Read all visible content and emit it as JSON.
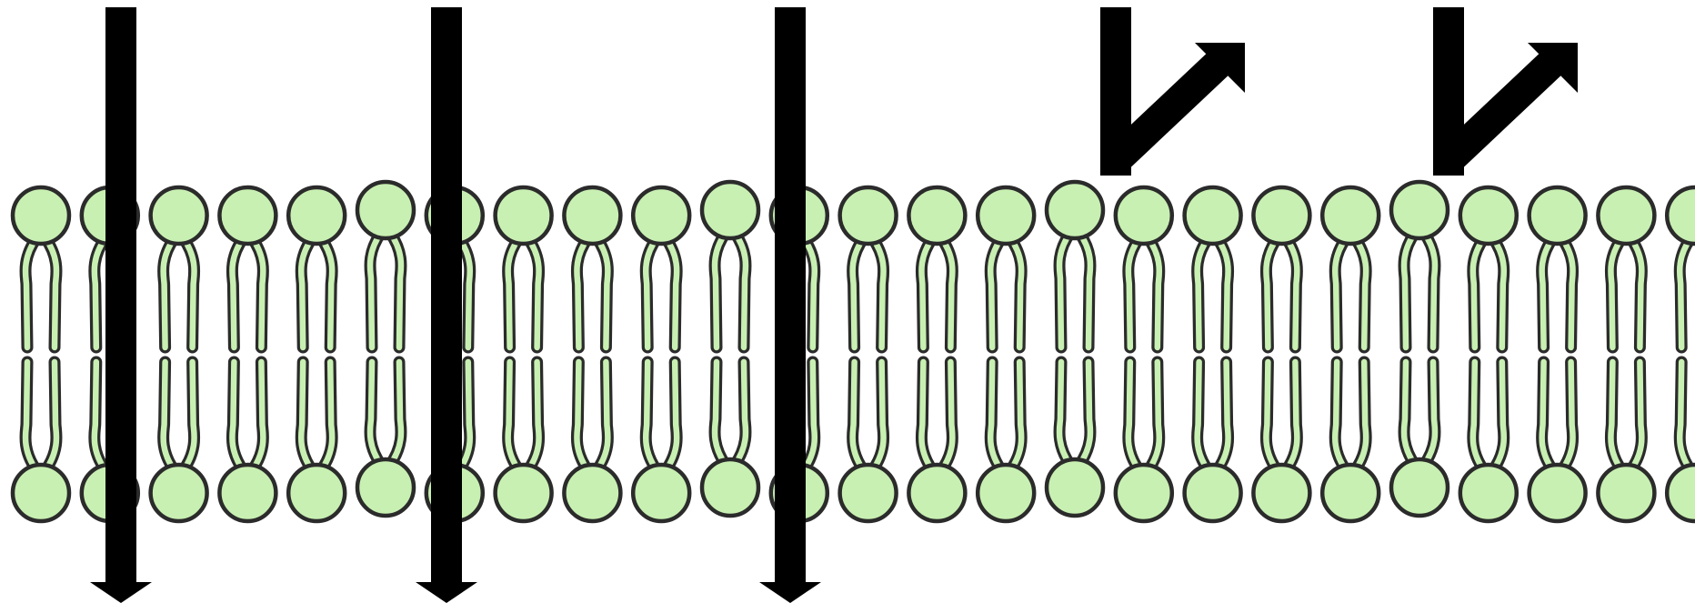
{
  "diagram": {
    "subject": "phospholipid-bilayer",
    "colors": {
      "headFill": "#c8f0b2",
      "outline": "#2b2b2b",
      "arrow": "#000000",
      "background": "#ffffff"
    },
    "lipid_count_per_leaflet": 25,
    "arrows": [
      {
        "kind": "passes-through"
      },
      {
        "kind": "passes-through"
      },
      {
        "kind": "passes-through"
      },
      {
        "kind": "blocked-and-deflected"
      },
      {
        "kind": "blocked-and-deflected"
      }
    ]
  }
}
